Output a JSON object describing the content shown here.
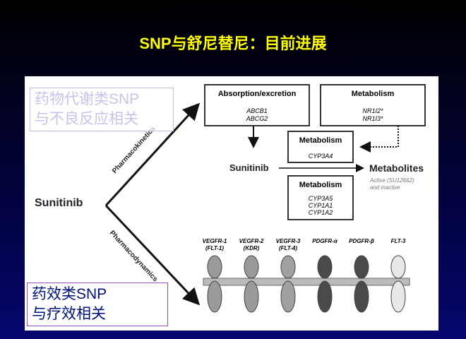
{
  "title": "SNP与舒尼替尼：目前进展",
  "diagram": {
    "drug": "Sunitinib",
    "pk_label": "Pharmacokinetics",
    "pd_label": "Pharmacodynamics",
    "absorption": {
      "title": "Absorption/excretion",
      "genes": [
        "ABCB1",
        "ABCG2"
      ]
    },
    "metab_top": {
      "title": "Metabolism",
      "genes": [
        "NR1I2*",
        "NR1I3*"
      ]
    },
    "metab_mid": {
      "title": "Metabolism",
      "genes": [
        "CYP3A4"
      ]
    },
    "metab_low": {
      "title": "Metabolism",
      "genes": [
        "CYP3A5",
        "CYP1A1",
        "CYP1A2"
      ]
    },
    "center_drug": "Sunitinib",
    "metabolites": "Metabolites",
    "metabolites_note": [
      "Active (SU12662)",
      "and inactive"
    ],
    "receptors": [
      {
        "name": "VEGFR-1",
        "alt": "(FLT-1)",
        "color": "#9a9a9a"
      },
      {
        "name": "VEGFR-2",
        "alt": "(KDR)",
        "color": "#9a9a9a"
      },
      {
        "name": "VEGFR-3",
        "alt": "(FLT-4)",
        "color": "#a0a0a0"
      },
      {
        "name": "PDGFR-α",
        "alt": "",
        "color": "#4a4a4a"
      },
      {
        "name": "PDGFR-β",
        "alt": "",
        "color": "#4a4a4a"
      },
      {
        "name": "FLT-3",
        "alt": "",
        "color": "#e8e8e8"
      }
    ]
  },
  "overlay": {
    "pk": [
      "药物代谢类SNP",
      "与不良反应相关"
    ],
    "pd": [
      "药效类SNP",
      "与疗效相关"
    ]
  }
}
